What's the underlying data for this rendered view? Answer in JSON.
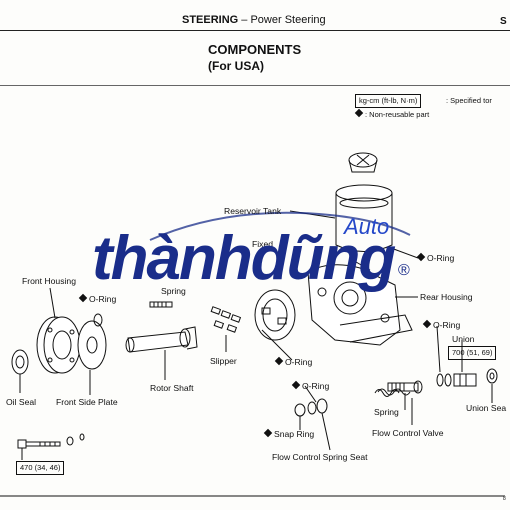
{
  "header": {
    "section": "STEERING",
    "subsection": " – Power Steering",
    "page_letter": "S"
  },
  "title": {
    "line1": "COMPONENTS",
    "line2": "(For USA)"
  },
  "legend": {
    "units_box": "kg-cm (ft-lb, N·m)",
    "units_desc": ": Specified tor",
    "nonreusable_desc": ":  Non-reusable part"
  },
  "labels": {
    "reservoir_tank": "Reservoir Tank",
    "fixed": "Fixed",
    "o_ring_1": "O-Ring",
    "front_housing": "Front Housing",
    "o_ring_2": "O-Ring",
    "spring_1": "Spring",
    "rear_housing": "Rear Housing",
    "o_ring_3": "O-Ring",
    "union": "Union",
    "slipper": "Slipper",
    "o_ring_4": "O-Ring",
    "rotor_shaft": "Rotor Shaft",
    "o_ring_5": "O-Ring",
    "oil_seal": "Oil Seal",
    "front_side_plate": "Front Side Plate",
    "spring_2": "Spring",
    "union_seal": "Union Sea",
    "snap_ring": "Snap Ring",
    "flow_control_valve": "Flow Control Valve",
    "flow_control_spring_seat": "Flow Control Spring Seat"
  },
  "torque": {
    "union": "700 (51, 69)",
    "bolt": "470 (34, 46)"
  },
  "watermark": {
    "main": "thànhdũng",
    "auto": "Auto",
    "reg": "®"
  },
  "footer": "8"
}
